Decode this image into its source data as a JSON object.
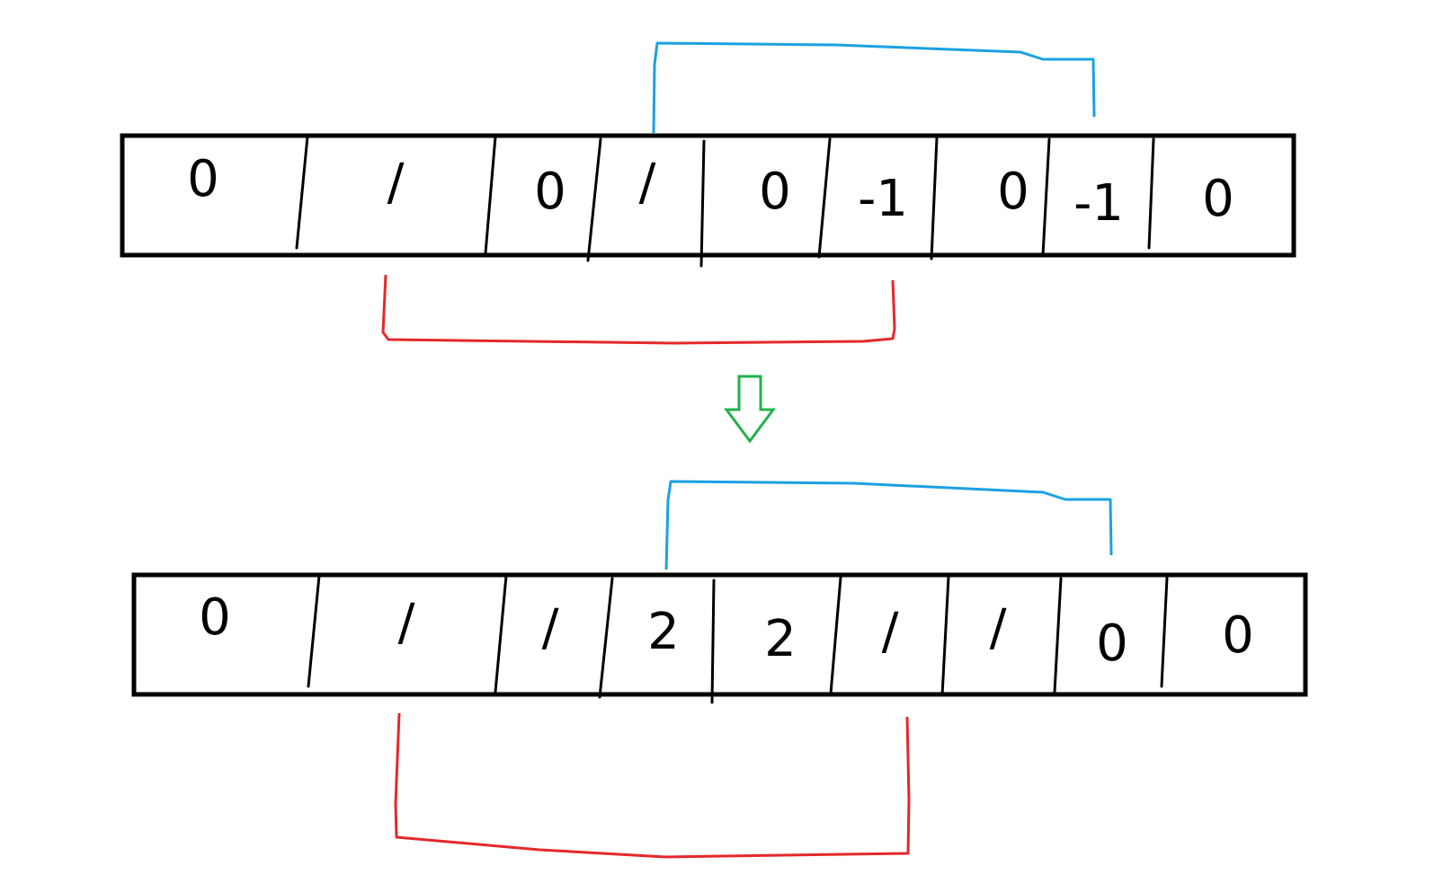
{
  "colors": {
    "array_stroke": "#000000",
    "top_bracket": "#1ba1e2",
    "bottom_bracket": "#e5282b",
    "transform_arrow": "#22b14c"
  },
  "arrays": [
    {
      "name": "before",
      "cells": [
        "0",
        "/",
        "0",
        "/",
        "0",
        "-1",
        "0",
        "-1",
        "0"
      ]
    },
    {
      "name": "after",
      "cells": [
        "0",
        "/",
        "/",
        "2",
        "2",
        "/",
        "/",
        "0",
        "0"
      ]
    }
  ],
  "arrow_icon": "down-arrow-outline"
}
